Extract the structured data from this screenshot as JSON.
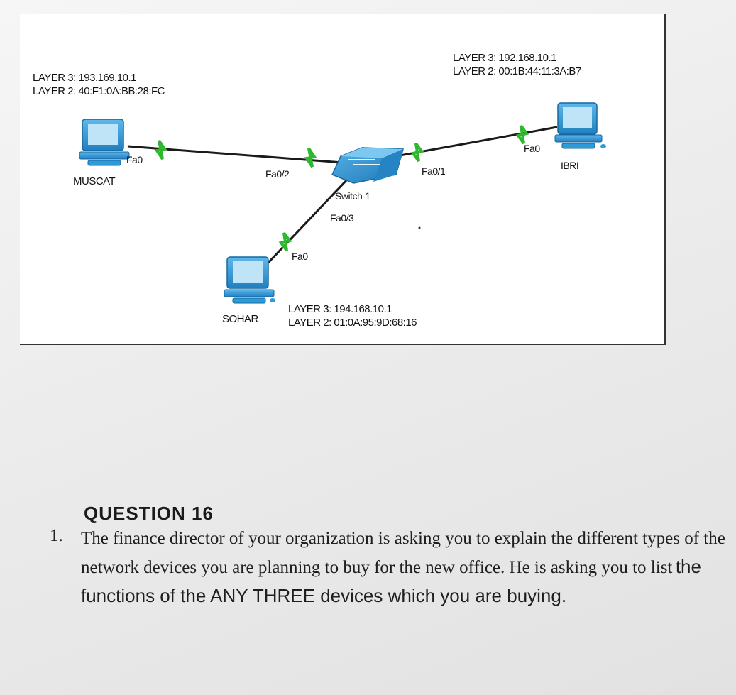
{
  "diagram": {
    "devices": {
      "muscat": {
        "name": "MUSCAT",
        "layer3": "LAYER 3: 193.169.10.1",
        "layer2": "LAYER 2: 40:F1:0A:BB:28:FC",
        "port": "Fa0"
      },
      "ibri": {
        "name": "IBRI",
        "layer3": "LAYER 3: 192.168.10.1",
        "layer2": "LAYER 2: 00:1B:44:11:3A:B7",
        "port": "Fa0"
      },
      "sohar": {
        "name": "SOHAR",
        "layer3": "LAYER 3: 194.168.10.1",
        "layer2": "LAYER 2: 01:0A:95:9D:68:16",
        "port": "Fa0"
      },
      "switch": {
        "name": "Switch-1",
        "ports": {
          "to_muscat": "Fa0/2",
          "to_ibri": "Fa0/1",
          "to_sohar": "Fa0/3"
        }
      }
    },
    "colors": {
      "link": "#1a1a1a",
      "link_indicator": "#2eb82e",
      "pc": "#2f9ad8",
      "switch": "#2a8fd0"
    }
  },
  "question": {
    "title": "QUESTION 16",
    "number": "1.",
    "text_serif": "The finance director of your organization is asking you to explain the different types of the network devices you are planning to buy for the new office. He is asking you to list",
    "text_sans": "the functions of the ANY THREE devices which you are buying."
  }
}
